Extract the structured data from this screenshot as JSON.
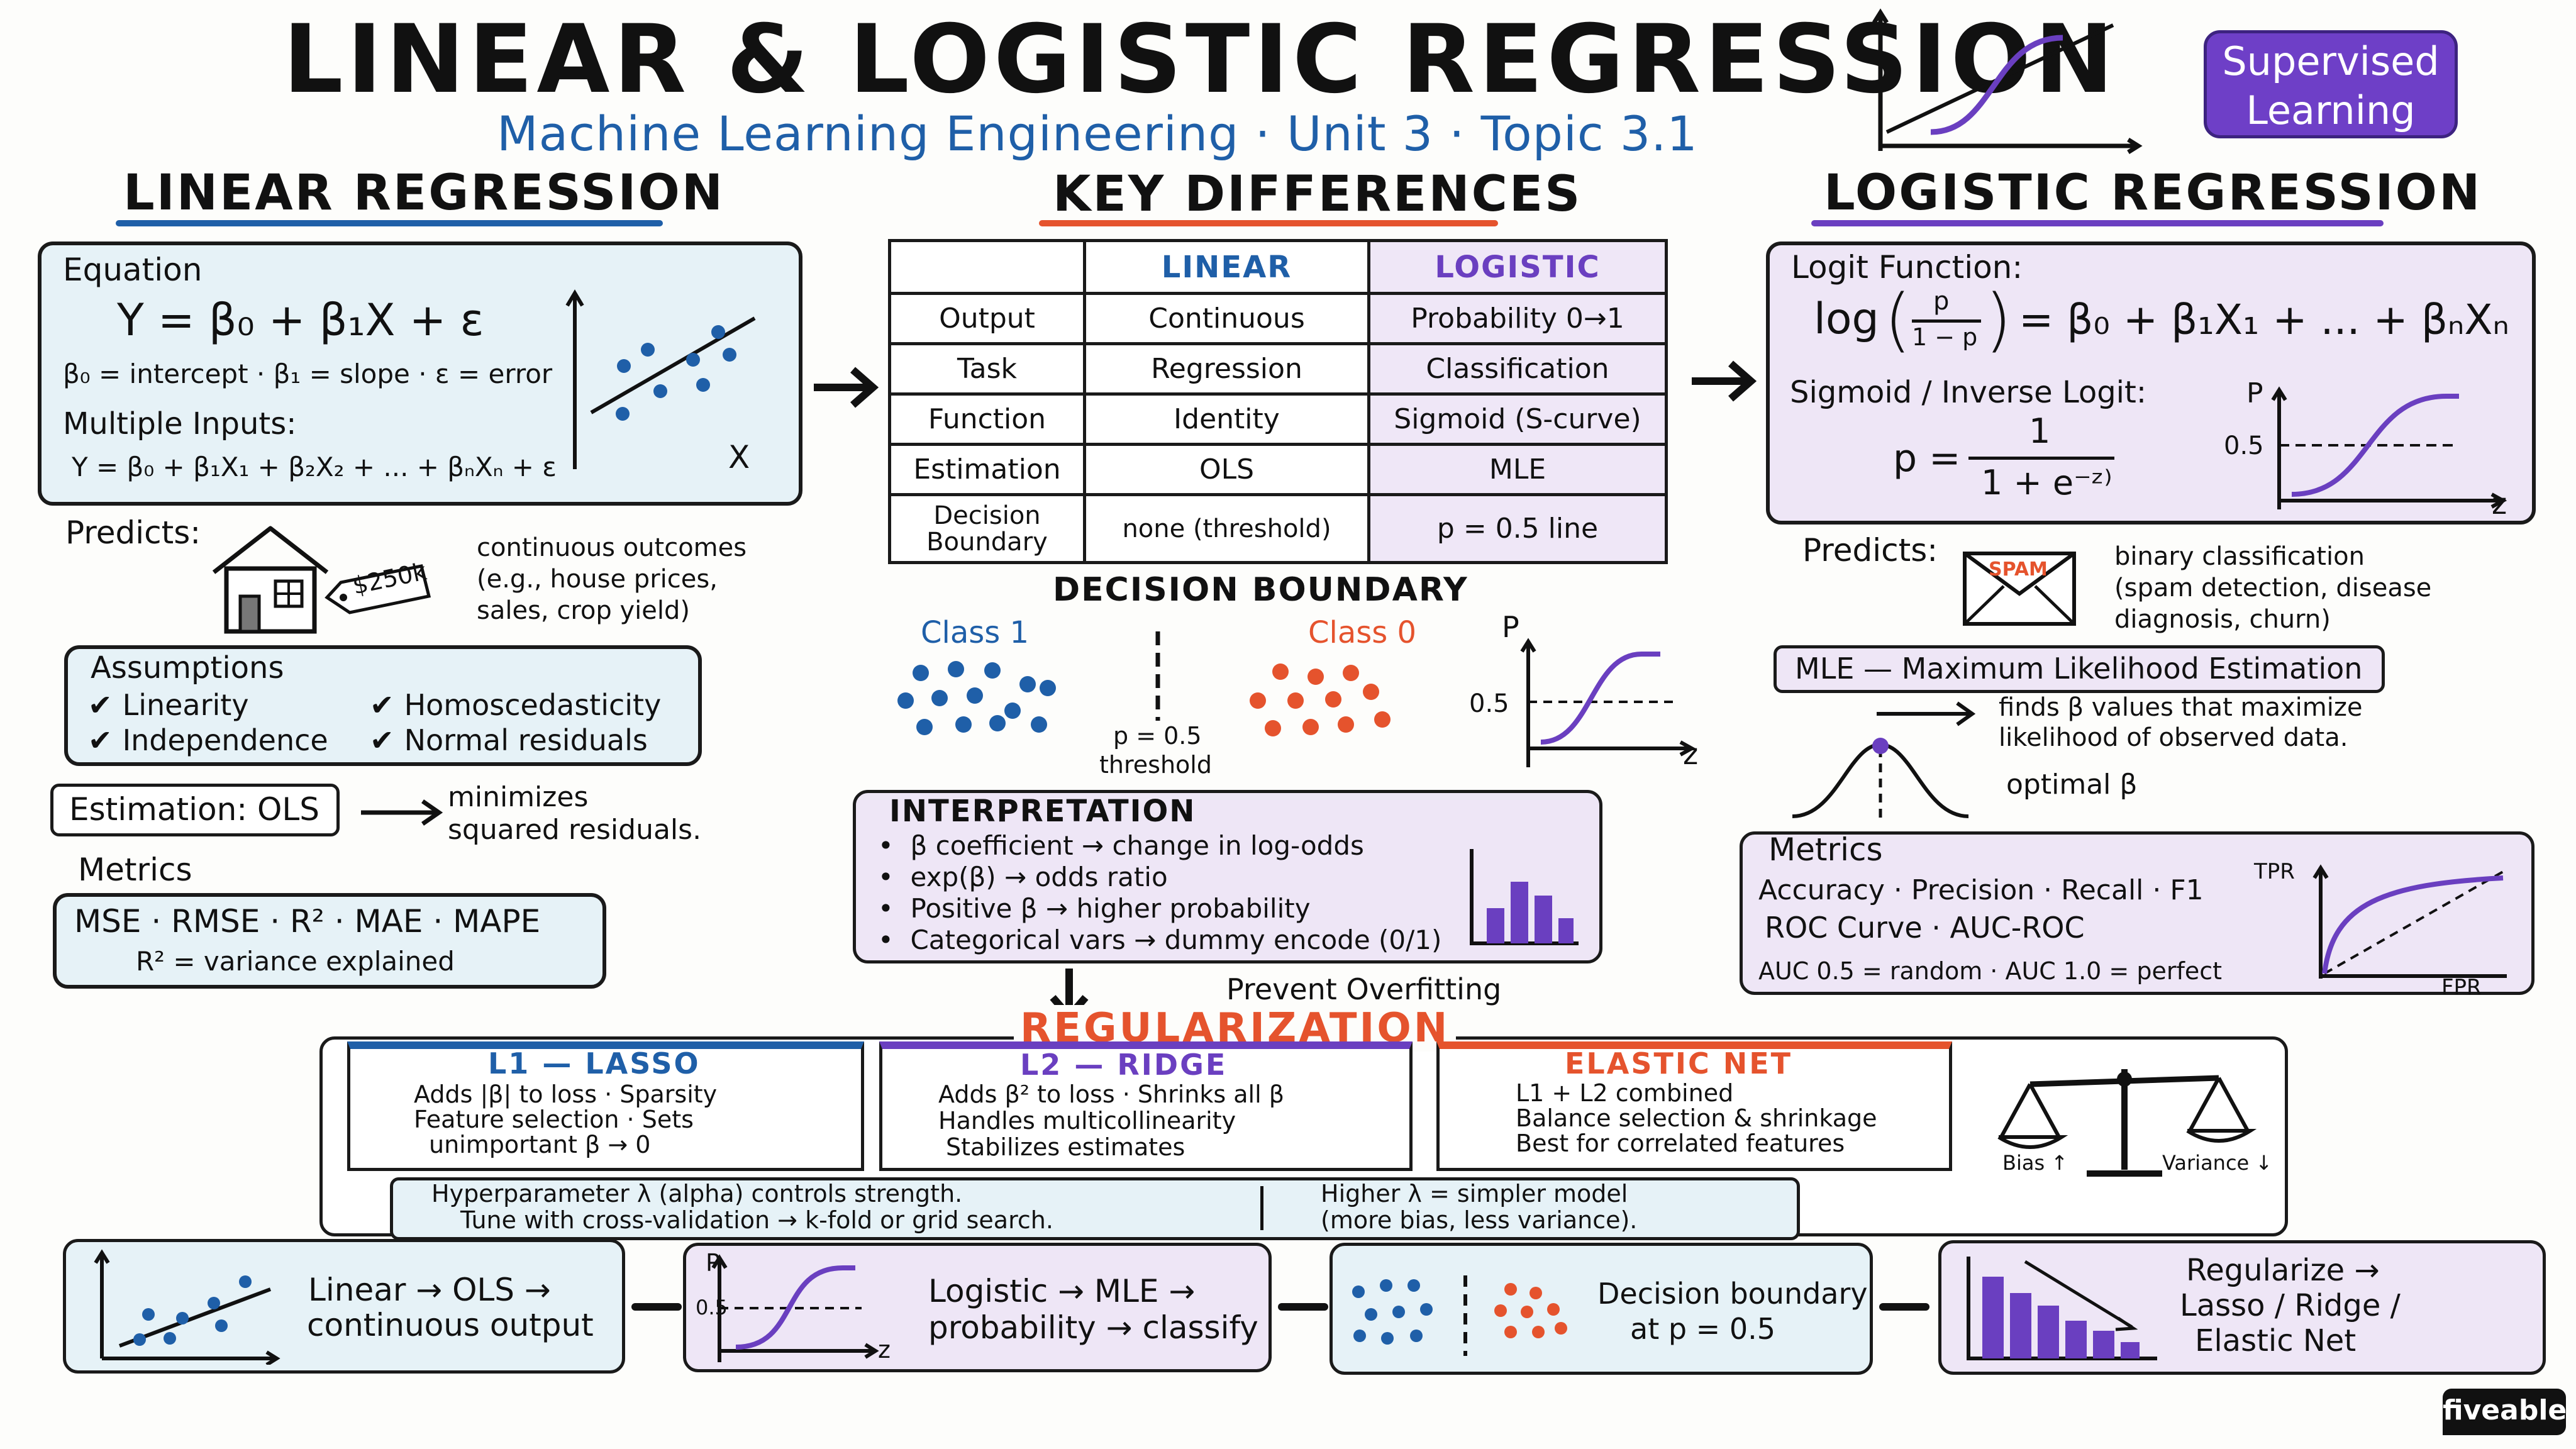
{
  "header": {
    "title": "LINEAR & LOGISTIC REGRESSION",
    "subtitle": "Machine Learning Engineering · Unit 3 · Topic 3.1",
    "badge_line1": "Supervised",
    "badge_line2": "Learning"
  },
  "linear": {
    "title": "LINEAR REGRESSION",
    "equation_label": "Equation",
    "equation": "Y = β₀ + β₁X + ε",
    "equation_legend": "β₀ = intercept · β₁ = slope · ε = error",
    "multi_label": "Multiple Inputs:",
    "multi_equation": "Y = β₀ + β₁X₁ + β₂X₂ + ... + βₙXₙ + ε",
    "axis_x": "X",
    "predicts_label": "Predicts:",
    "price_tag": "$250k",
    "predicts_line1": "continuous outcomes",
    "predicts_line2": "(e.g., house prices,",
    "predicts_line3": "sales, crop yield)",
    "assumptions_label": "Assumptions",
    "assumptions": [
      "Linearity",
      "Homoscedasticity",
      "Independence",
      "Normal residuals"
    ],
    "estimation": "Estimation: OLS",
    "estimation_note1": "minimizes",
    "estimation_note2": "squared residuals.",
    "metrics_label": "Metrics",
    "metrics": "MSE · RMSE · R² · MAE · MAPE",
    "metrics_note": "R² = variance explained"
  },
  "differences": {
    "title": "KEY DIFFERENCES",
    "col_linear": "LINEAR",
    "col_logistic": "LOGISTIC",
    "rows": [
      {
        "label": "Output",
        "linear": "Continuous",
        "logistic": "Probability 0→1"
      },
      {
        "label": "Task",
        "linear": "Regression",
        "logistic": "Classification"
      },
      {
        "label": "Function",
        "linear": "Identity",
        "logistic": "Sigmoid (S-curve)"
      },
      {
        "label": "Estimation",
        "linear": "OLS",
        "logistic": "MLE"
      },
      {
        "label_line1": "Decision",
        "label_line2": "Boundary",
        "linear": "none (threshold)",
        "logistic": "p = 0.5 line"
      }
    ],
    "boundary_title": "DECISION BOUNDARY",
    "class1": "Class 1",
    "class0": "Class 0",
    "threshold_line1": "p = 0.5",
    "threshold_line2": "threshold",
    "sig_p": "P",
    "sig_half": "0.5",
    "sig_z": "z",
    "interp_title": "INTERPRETATION",
    "interp_items": [
      "β coefficient → change in log-odds",
      "exp(β) → odds ratio",
      "Positive β → higher probability",
      "Categorical vars → dummy encode (0/1)"
    ],
    "prevent": "Prevent Overfitting"
  },
  "logistic": {
    "title": "LOGISTIC REGRESSION",
    "logit_label": "Logit Function:",
    "logit_log": "log",
    "logit_num": "p",
    "logit_den": "1 − p",
    "logit_rhs": "= β₀ + β₁X₁ + ... + βₙXₙ",
    "sigmoid_label": "Sigmoid / Inverse Logit:",
    "sig_p_eq": "p =",
    "sig_num": "1",
    "sig_den": "1 + e⁻ᶻ⁾",
    "graph_p": "P",
    "graph_half": "0.5",
    "graph_z": "z",
    "predicts_label": "Predicts:",
    "spam": "SPAM",
    "predicts_line1": "binary classification",
    "predicts_line2": "(spam detection, disease",
    "predicts_line3": "diagnosis, churn)",
    "mle": "MLE — Maximum Likelihood Estimation",
    "mle_line1": "finds β values that maximize",
    "mle_line2": "likelihood of observed data.",
    "mle_optimal": "optimal β",
    "metrics_label": "Metrics",
    "metrics_line1": "Accuracy · Precision · Recall · F1",
    "metrics_line2": "ROC Curve · AUC-ROC",
    "metrics_line3": "AUC 0.5 = random · AUC 1.0 = perfect",
    "tpr": "TPR",
    "fpr": "FPR"
  },
  "regularization": {
    "title": "REGULARIZATION",
    "l1_title": "L1 — LASSO",
    "l1_line1": "Adds |β| to loss · Sparsity",
    "l1_line2": "Feature selection · Sets",
    "l1_line3": "unimportant β → 0",
    "l2_title": "L2 — RIDGE",
    "l2_line1": "Adds β² to loss · Shrinks all β",
    "l2_line2": "Handles multicollinearity",
    "l2_line3": "Stabilizes estimates",
    "en_title": "ELASTIC NET",
    "en_line1": "L1 + L2 combined",
    "en_line2": "Balance selection & shrinkage",
    "en_line3": "Best for correlated features",
    "bias": "Bias ↑",
    "variance": "Variance ↓",
    "hyper_line1": "Hyperparameter λ (alpha) controls strength.",
    "hyper_line2": "Tune with cross-validation → k-fold or grid search.",
    "hyper_line3": "Higher λ = simpler model",
    "hyper_line4": "(more bias, less variance)."
  },
  "summary": {
    "s1_line1": "Linear → OLS →",
    "s1_line2": "continuous output",
    "s2_line1": "Logistic → MLE →",
    "s2_line2": "probability → classify",
    "s2_p": "P",
    "s2_half": "0.5",
    "s2_z": "z",
    "s3_line1": "Decision boundary",
    "s3_line2": "at p = 0.5",
    "s4_line1": "Regularize →",
    "s4_line2": "Lasso / Ridge /",
    "s4_line3": "Elastic Net"
  },
  "brand": "fiveable",
  "colors": {
    "blue": "#1f5fa8",
    "purple": "#6a3fc0",
    "red": "#e5532d",
    "badge": "#6e3fc7",
    "light_blue": "#e6f2f7",
    "light_purple": "#eee6f6"
  }
}
